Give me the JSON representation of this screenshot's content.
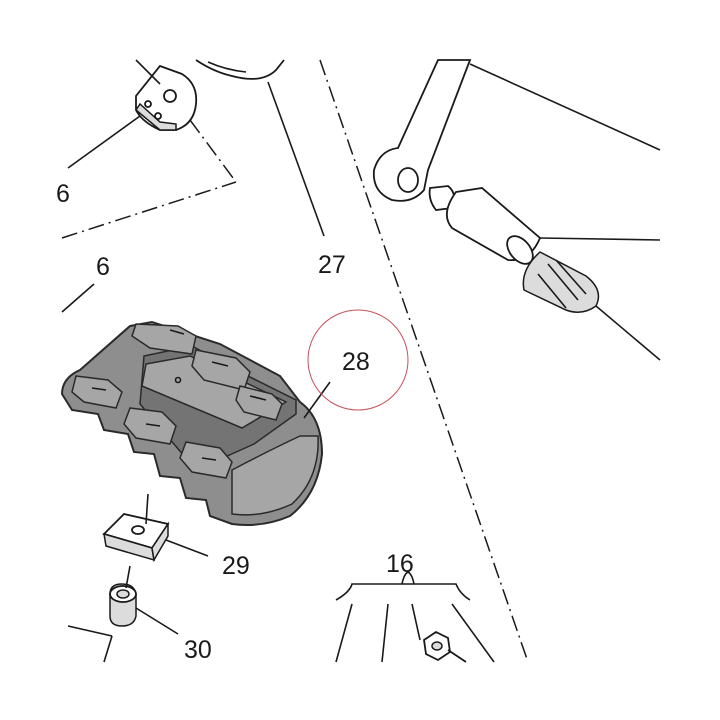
{
  "callouts": {
    "c6a": "6",
    "c6b": "6",
    "c27": "27",
    "c28": "28",
    "c29": "29",
    "c30": "30",
    "c16": "16"
  },
  "colors": {
    "line": "#1a1a1a",
    "rubber": "#8e8e8e",
    "highlight_circle": "#c8505a"
  }
}
